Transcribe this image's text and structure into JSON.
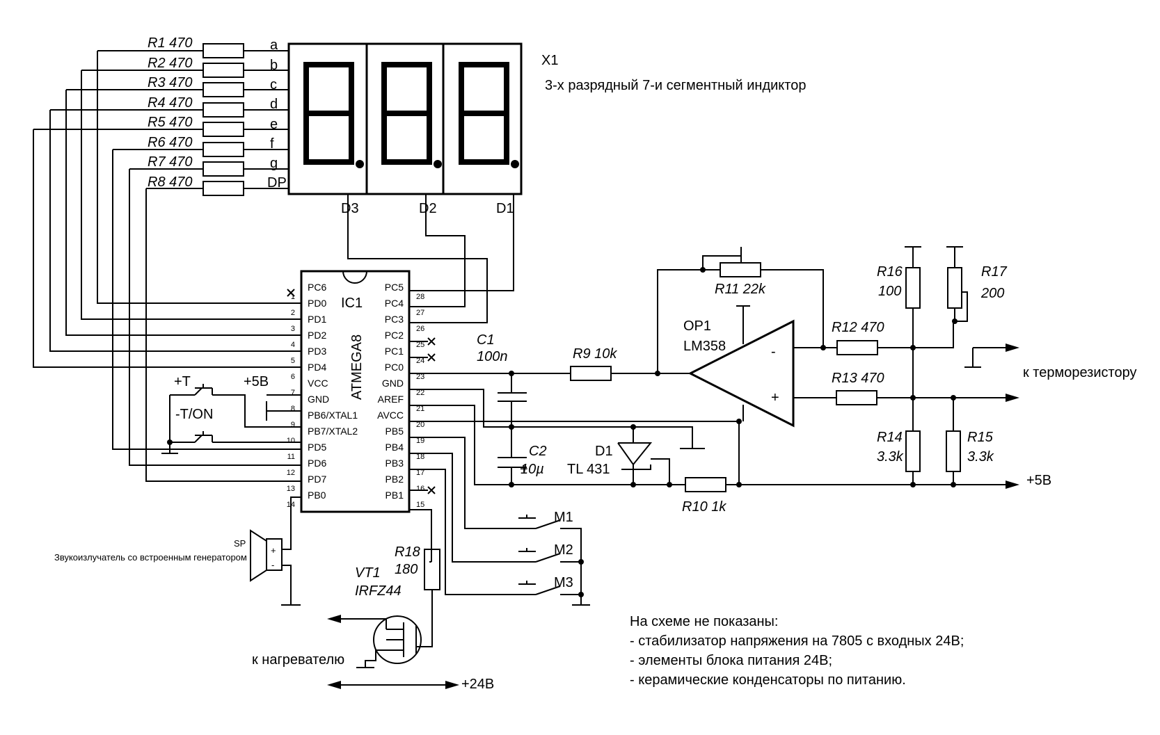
{
  "display": {
    "ref": "X1",
    "description": "3-х разрядный 7-и сегментный индиктор",
    "segments": [
      "a",
      "b",
      "c",
      "d",
      "e",
      "f",
      "g",
      "DP"
    ],
    "digits": [
      "D3",
      "D2",
      "D1"
    ]
  },
  "seg_resistors": [
    "R1 470",
    "R2 470",
    "R3 470",
    "R4 470",
    "R5 470",
    "R6 470",
    "R7 470",
    "R8 470"
  ],
  "mcu": {
    "ref": "IC1",
    "part": "ATMEGA8",
    "left_pins": [
      {
        "num": "1",
        "name": "PC6"
      },
      {
        "num": "2",
        "name": "PD0"
      },
      {
        "num": "3",
        "name": "PD1"
      },
      {
        "num": "4",
        "name": "PD2"
      },
      {
        "num": "5",
        "name": "PD3"
      },
      {
        "num": "6",
        "name": "PD4"
      },
      {
        "num": "7",
        "name": "VCC"
      },
      {
        "num": "8",
        "name": "GND"
      },
      {
        "num": "9",
        "name": "PB6/XTAL1"
      },
      {
        "num": "10",
        "name": "PB7/XTAL2"
      },
      {
        "num": "11",
        "name": "PD5"
      },
      {
        "num": "12",
        "name": "PD6"
      },
      {
        "num": "13",
        "name": "PD7"
      },
      {
        "num": "14",
        "name": "PB0"
      }
    ],
    "right_pins": [
      {
        "num": "28",
        "name": "PC5"
      },
      {
        "num": "27",
        "name": "PC4"
      },
      {
        "num": "26",
        "name": "PC3"
      },
      {
        "num": "25",
        "name": "PC2"
      },
      {
        "num": "24",
        "name": "PC1"
      },
      {
        "num": "23",
        "name": "PC0"
      },
      {
        "num": "22",
        "name": "GND"
      },
      {
        "num": "21",
        "name": "AREF"
      },
      {
        "num": "20",
        "name": "AVCC"
      },
      {
        "num": "19",
        "name": "PB5"
      },
      {
        "num": "18",
        "name": "PB4"
      },
      {
        "num": "17",
        "name": "PB3"
      },
      {
        "num": "16",
        "name": "PB2"
      },
      {
        "num": "15",
        "name": "PB1"
      }
    ]
  },
  "labels": {
    "plus_t": "+T",
    "plus5_top": "+5В",
    "minus_t_on": "-T/ON",
    "c1_ref": "C1",
    "c1_val": "100n",
    "c2_ref": "C2",
    "c2_val": "10µ",
    "c2_plus": "+",
    "r9": "R9  10k",
    "r10": "R10 1k",
    "r11": "R11  22k",
    "r12": "R12  470",
    "r13": "R13  470",
    "r14_ref": "R14",
    "r14_val": "3.3k",
    "r15_ref": "R15",
    "r15_val": "3.3k",
    "r16_ref": "R16",
    "r16_val": "100",
    "r17_ref": "R17",
    "r17_val": "200",
    "r18_ref": "R18",
    "r18_val": "180",
    "op_ref": "OP1",
    "op_part": "LM358",
    "op_minus": "-",
    "op_plus": "+",
    "d1_ref": "D1",
    "d1_part": "TL 431",
    "to_thermistor": "к терморезистору",
    "plus5_right": "+5В",
    "m1": "M1",
    "m2": "M2",
    "m3": "M3",
    "sp": "SP",
    "buzzer": "Звукоизлучатель со встроенным генератором",
    "vt1_ref": "VT1",
    "vt1_part": "IRFZ44",
    "to_heater": "к нагревателю",
    "plus24": "+24В"
  },
  "notes": [
    "На схеме не показаны:",
    "- стабилизатор напряжения на 7805 с входных 24В;",
    "- элементы блока питания 24В;",
    "- керамические конденсаторы по питанию."
  ]
}
